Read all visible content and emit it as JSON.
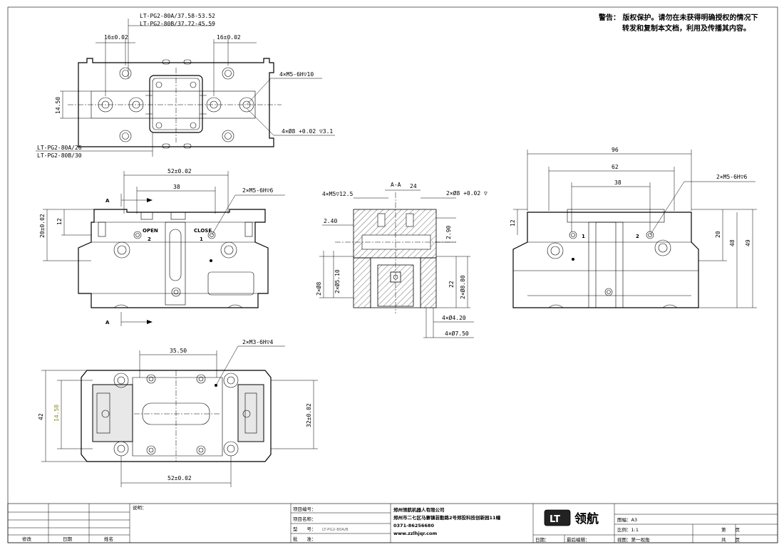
{
  "warning": {
    "line1": "警告：  版权保护。请勿在未获得明确授权的情况下",
    "line2": "转发和复制本文档，利用及传播其内容。"
  },
  "top_view": {
    "dim_model_a_stroke": "LT-PG2-80A/37.58-53.52",
    "dim_model_b_stroke": "LT-PG2-80B/37.72-45.59",
    "dim_left_16": "16±0.02",
    "dim_right_16": "16±0.02",
    "dim_height": "14.50",
    "note_thread": "4×M5-6H▽10",
    "note_pin": "4×Ø8 +0.02 ▽3.1",
    "dim_model_a_len": "LT-PG2-80A/26",
    "dim_model_b_len": "LT-PG2-80B/30"
  },
  "front_view": {
    "dim_52": "52±0.02",
    "dim_38": "38",
    "dim_20": "20±0.02",
    "dim_12": "12",
    "note_thread": "2×M5-6H▽6",
    "label_open": "OPEN",
    "label_close": "CLOSE",
    "port_2": "2",
    "port_1": "1",
    "section_a_top": "A",
    "section_a_bottom": "A"
  },
  "section_view": {
    "title": "A-A",
    "note_m5": "4×M5▽12.5",
    "dim_24": "24",
    "note_pin8": "2×Ø8 +0.02 ▽",
    "dim_240": "2.40",
    "dim_290": "2.90",
    "dim_510": "2×Ø5.10",
    "dim_8": "2×Ø8",
    "dim_22": "22",
    "dim_880": "2×Ø8.80",
    "dim_420": "4×Ø4.20",
    "dim_750": "4×Ø7.50"
  },
  "side_view": {
    "dim_96": "96",
    "dim_62": "62",
    "dim_38": "38",
    "dim_12": "12",
    "note_thread": "2×M5-6H▽6",
    "dim_20": "20",
    "dim_48": "48",
    "dim_49": "49",
    "port_1": "1",
    "port_2": "2"
  },
  "bottom_view": {
    "dim_35": "35.50",
    "note_thread": "2×M3-6H▽4",
    "dim_42": "42",
    "dim_14": "14.50",
    "dim_32": "32±0.02",
    "dim_52": "52±0.02"
  },
  "title_block": {
    "col_modify": "修改",
    "col_date": "日期",
    "col_name": "姓名",
    "remark": "说明：",
    "project_no": "项目编号：",
    "project_name": "项目名称：",
    "model_label": "型　　号：",
    "model_value": "LT-PG2-80A/B",
    "approve": "批　　准：",
    "company": "郑州领航机器人有限公司",
    "address": "郑州市二七区马寨镇芸勤路2号郑投科技创新园11幢",
    "phone": "0371-86256680",
    "website": "www.zzlhjqr.com",
    "logo_mark": "LT",
    "logo_text": "领航",
    "date_label": "日期：",
    "last_edit": "最后编辑：",
    "sheet": "图幅：A3",
    "scale": "比例：1:1",
    "view": "视图：第一视角",
    "page": "第　　页",
    "total": "共　　页"
  }
}
